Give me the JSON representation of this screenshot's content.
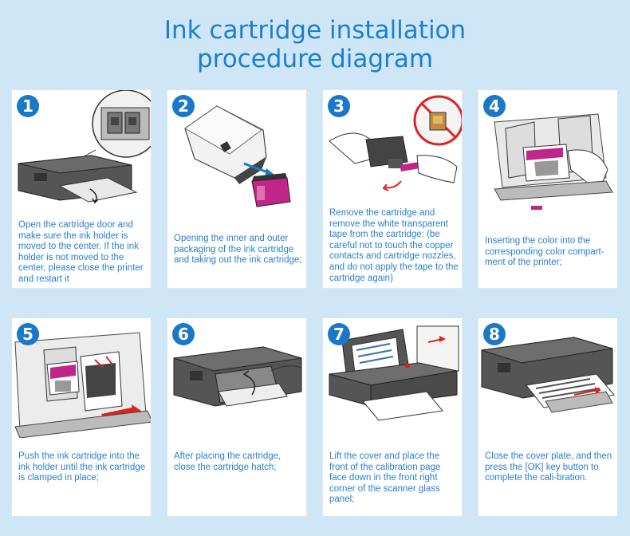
{
  "title": {
    "line1": "Ink cartridge installation",
    "line2": "procedure diagram"
  },
  "colors": {
    "accent": "#1a78c8",
    "caption": "#2a7fcc",
    "background": "#cfe6f7",
    "magenta_cartridge": "#c0258a"
  },
  "steps": [
    {
      "number": "1",
      "text": "Open the cartridge door and make sure the ink holder is moved to the center. If the ink holder is not moved to the center, please close the printer and restart it",
      "icon": "printer-open-door"
    },
    {
      "number": "2",
      "text": "Opening the inner and outer packaging of the ink cartridge and taking out the ink cartridge;",
      "icon": "cartridge-package"
    },
    {
      "number": "3",
      "text": "Remove the cartridge and remove the white transparent tape from the cartridge: (be careful not to touch the copper contacts and cartridge nozzles, and do not apply the tape to the cartridge again)",
      "icon": "remove-tape"
    },
    {
      "number": "4",
      "text": "Inserting the color into the corresponding color compart-ment of the printer;",
      "icon": "insert-color-cartridge"
    },
    {
      "number": "5",
      "text": "Push the ink cartridge into the ink holder until the ink cartridge is clamped in place;",
      "icon": "push-cartridge"
    },
    {
      "number": "6",
      "text": "After placing the cartridge, close the cartridge hatch;",
      "icon": "close-hatch"
    },
    {
      "number": "7",
      "text": "Lift the cover and place the front of the calibration page face down in the front right corner of the scanner glass panel;",
      "icon": "scanner-calibration"
    },
    {
      "number": "8",
      "text": "Close the cover plate, and then press the [OK] key button to complete the cali-bration.",
      "icon": "print-calibration"
    }
  ]
}
